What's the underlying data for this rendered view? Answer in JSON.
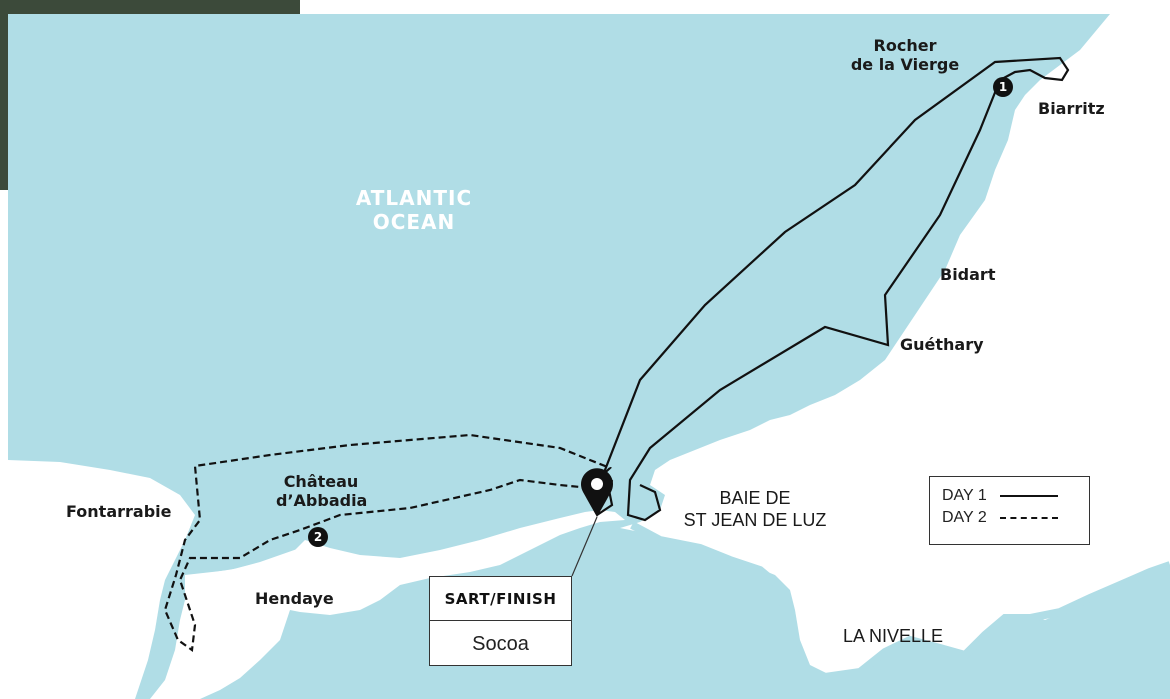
{
  "map": {
    "sea_color": "#b0dde6",
    "land_color": "#ffffff",
    "river_color": "#b0dde6",
    "photo_strip_color": "#3c4a3a",
    "route_color": "#111111",
    "ocean_label": [
      "ATLANTIC",
      "OCEAN"
    ],
    "places": {
      "rocher": [
        "Rocher",
        "de la Vierge"
      ],
      "biarritz": "Biarritz",
      "bidart": "Bidart",
      "guethary": "Guéthary",
      "chateau": [
        "Château",
        "d’Abbadia"
      ],
      "fontarrabie": "Fontarrabie",
      "hendaye": "Hendaye",
      "baie": [
        "BAIE DE",
        "ST JEAN DE LUZ"
      ],
      "nivelle": "LA NIVELLE"
    },
    "markers": {
      "day1": "1",
      "day2": "2"
    },
    "start_finish": {
      "label": "SART/FINISH",
      "value": "Socoa",
      "icon": "map-pin-icon"
    },
    "legend": [
      {
        "name": "DAY 1",
        "style": "solid"
      },
      {
        "name": "DAY 2",
        "style": "dashed"
      }
    ]
  }
}
